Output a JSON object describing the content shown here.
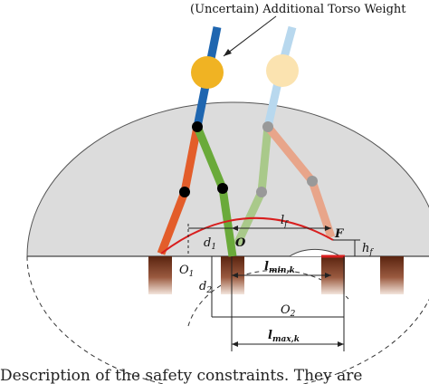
{
  "annotation": "(Uncertain) Additional Torso Weight",
  "labels": {
    "l_f": "l",
    "l_f_sub": "f",
    "h_f": "h",
    "h_f_sub": "f",
    "d1": "d",
    "d1_sub": "1",
    "d2": "d",
    "d2_sub": "2",
    "O": "O",
    "F": "F",
    "O1": "O",
    "O1_sub": "1",
    "O2": "O",
    "O2_sub": "2",
    "l_min": "l",
    "l_min_sub": "min,k",
    "l_max": "l",
    "l_max_sub": "max,k"
  },
  "caption_fragment": "Description of the safety constraints. They are",
  "colors": {
    "semicircle_fill": "#dcdcdc",
    "stance_leg": "#e35d2a",
    "swing_leg": "#6aaa3a",
    "torso": "#1f66b0",
    "torso_mass": "#f0b323",
    "ghost_torso": "#b8d8ee",
    "ghost_mass": "#fbe3b0",
    "ghost_shank": "#e8a58a",
    "ghost_thigh": "#a9c98a",
    "step_block": "#6b2e1a",
    "trajectory": "#d81e1e"
  }
}
